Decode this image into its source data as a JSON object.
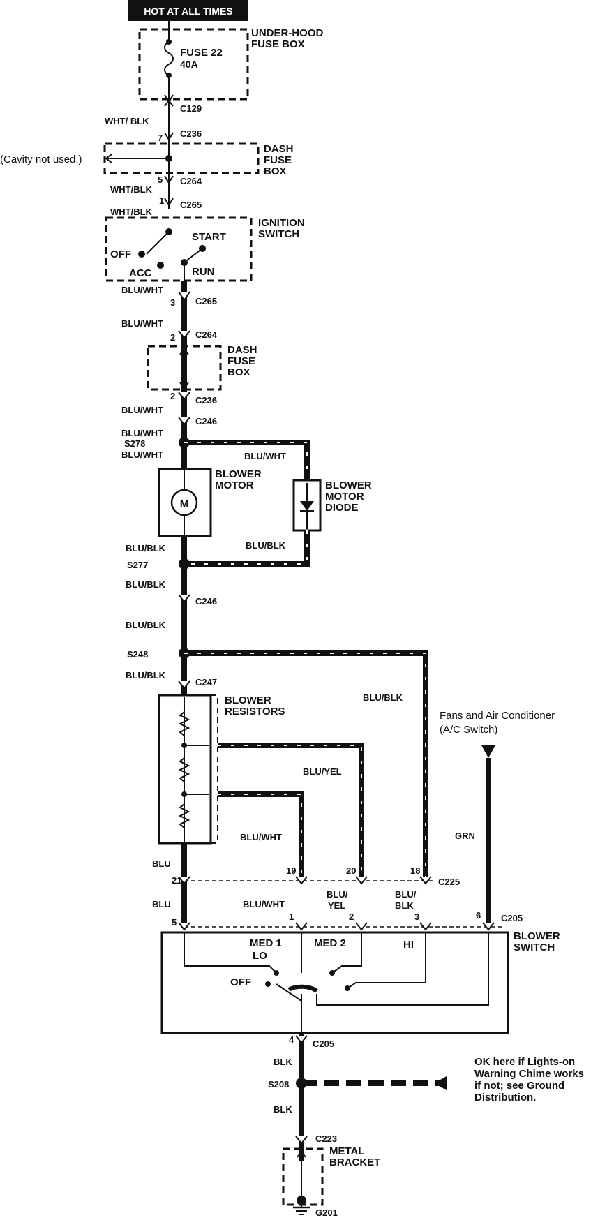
{
  "header": {
    "hot_label": "HOT AT ALL TIMES"
  },
  "underhood": {
    "title_line1": "UNDER-HOOD",
    "title_line2": "FUSE BOX",
    "fuse_name": "FUSE 22",
    "fuse_rating": "40A"
  },
  "connectors": {
    "c129": "C129",
    "c236_top": "C236",
    "c264_top": "C264",
    "c265_top": "C265",
    "c265_mid": "C265",
    "c264_mid": "C264",
    "c236_mid": "C236",
    "c246_top": "C246",
    "s278": "S278",
    "s277": "S277",
    "c246_mid": "C246",
    "s248": "S248",
    "c247": "C247",
    "c225": "C225",
    "c205_top": "C205",
    "c205_bot": "C205",
    "s208": "S208",
    "c223": "C223",
    "g201": "G201"
  },
  "pins": {
    "p7": "7",
    "p5_top": "5",
    "p1_top": "1",
    "p3": "3",
    "p2_mid": "2",
    "p2_low": "2",
    "p21": "21",
    "p19": "19",
    "p20": "20",
    "p18": "18",
    "p5_sw": "5",
    "p1_sw": "1",
    "p2_sw": "2",
    "p3_sw": "3",
    "p6_sw": "6",
    "p4": "4"
  },
  "wires": {
    "wht_blk_1": "WHT/ BLK",
    "wht_blk_2": "WHT/BLK",
    "wht_blk_3": "WHT/BLK",
    "blu_wht_1": "BLU/WHT",
    "blu_wht_2": "BLU/WHT",
    "blu_wht_3": "BLU/WHT",
    "blu_wht_4": "BLU/WHT",
    "blu_wht_5": "BLU/WHT",
    "blu_wht_diode": "BLU/WHT",
    "blu_blk_1": "BLU/BLK",
    "blu_blk_diode": "BLU/BLK",
    "blu_blk_2": "BLU/BLK",
    "blu_blk_3": "BLU/BLK",
    "blu_blk_4": "BLU/BLK",
    "blu_blk_hi": "BLU/BLK",
    "blu_yel": "BLU/YEL",
    "blu_wht_med1": "BLU/WHT",
    "blu_1": "BLU",
    "blu_2": "BLU",
    "blu_wht_sw": "BLU/WHT",
    "blu_slash_1": "BLU/",
    "yel": "YEL",
    "blu_slash_2": "BLU/",
    "blk_sw": "BLK",
    "grn": "GRN",
    "blk_1": "BLK",
    "blk_2": "BLK"
  },
  "dash_fuse_box": {
    "line1": "DASH",
    "line2": "FUSE",
    "line3": "BOX",
    "cavity_note": "(Cavity not used.)"
  },
  "ignition": {
    "title_line1": "IGNITION",
    "title_line2": "SWITCH",
    "start": "START",
    "off": "OFF",
    "acc": "ACC",
    "run": "RUN"
  },
  "dash_fuse_box_2": {
    "line1": "DASH",
    "line2": "FUSE",
    "line3": "BOX"
  },
  "blower_motor": {
    "line1": "BLOWER",
    "line2": "MOTOR",
    "symbol": "M"
  },
  "diode": {
    "line1": "BLOWER",
    "line2": "MOTOR",
    "line3": "DIODE"
  },
  "resistors": {
    "line1": "BLOWER",
    "line2": "RESISTORS"
  },
  "ac_switch": {
    "line1": "Fans and Air Conditioner",
    "line2": "(A/C Switch)"
  },
  "blower_switch": {
    "title_line1": "BLOWER",
    "title_line2": "SWITCH",
    "med1": "MED 1",
    "med2": "MED 2",
    "lo": "LO",
    "hi": "HI",
    "off": "OFF"
  },
  "ground_note": {
    "line1": "OK here if Lights-on",
    "line2": "Warning Chime works",
    "line3": "if not; see Ground",
    "line4": "Distribution."
  },
  "bracket": {
    "line1": "METAL",
    "line2": "BRACKET"
  }
}
